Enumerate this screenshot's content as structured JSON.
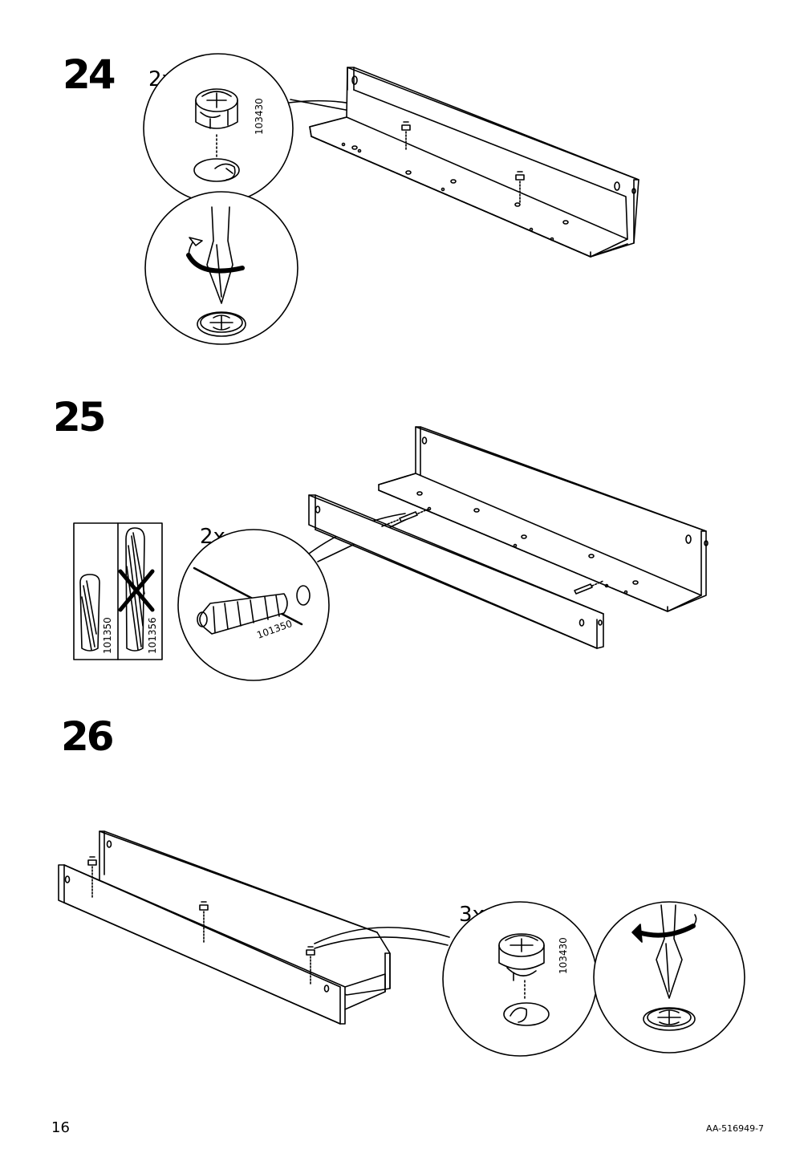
{
  "steps": [
    {
      "number": "24",
      "quantity": "2x",
      "part": "103430"
    },
    {
      "number": "25",
      "quantity": "2x",
      "part": "101350",
      "dowel_ok": "101350",
      "dowel_wrong": "101356"
    },
    {
      "number": "26",
      "quantity": "3x",
      "part": "103430"
    }
  ],
  "footer": {
    "page": "16",
    "doc_id": "AA-516949-7"
  }
}
